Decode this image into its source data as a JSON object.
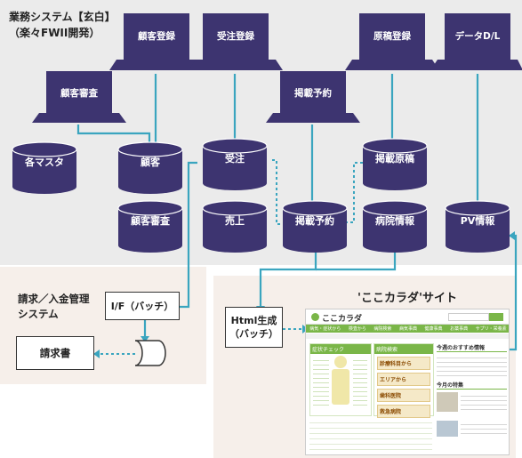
{
  "system_title": {
    "line1": "業務システム【玄白】",
    "line2": "（楽々FWII開発）"
  },
  "terminals": {
    "kokyaku_touroku": "顧客登録",
    "juchu_touroku": "受注登録",
    "genkou_touroku": "原稿登録",
    "data_dl": "データD/L",
    "kokyaku_shinsa": "顧客審査",
    "keisai_yoyaku": "掲載予約"
  },
  "databases": {
    "master": "各マスタ",
    "kokyaku": "顧客",
    "juchu": "受注",
    "keisai_genkou": "掲載原稿",
    "kokyaku_shinsa": "顧客審査",
    "uriage": "売上",
    "keisai_yoyaku": "掲載予約",
    "byouin_jouhou": "病院情報",
    "pv_jouhou": "PV情報"
  },
  "billing": {
    "title_line1": "請求／入金管理",
    "title_line2": "システム",
    "batch_if": "I/F（バッチ）",
    "invoice": "請求書"
  },
  "site": {
    "title": "'ここカラダ'サイト",
    "html_gen_line1": "Html生成",
    "html_gen_line2": "（バッチ）",
    "logo": "ここカラダ",
    "nav": [
      "病気・症状から",
      "検査から",
      "病院検索",
      "病気事典",
      "健康事典",
      "お薬事典",
      "サプリ・栄養素"
    ],
    "side_head": "症状チェック",
    "mid_head": "病院検索",
    "btns": [
      "診療科目から",
      "エリアから",
      "歯科医院",
      "救急病院"
    ],
    "right_head": "今週のおすすめ情報",
    "right_head2": "今月の特集"
  },
  "colors": {
    "navy": "#3d3470",
    "teal": "#3aa5bf",
    "gray_band": "#ebebeb",
    "beige_band": "#f6efea",
    "web_green": "#7ab648"
  }
}
